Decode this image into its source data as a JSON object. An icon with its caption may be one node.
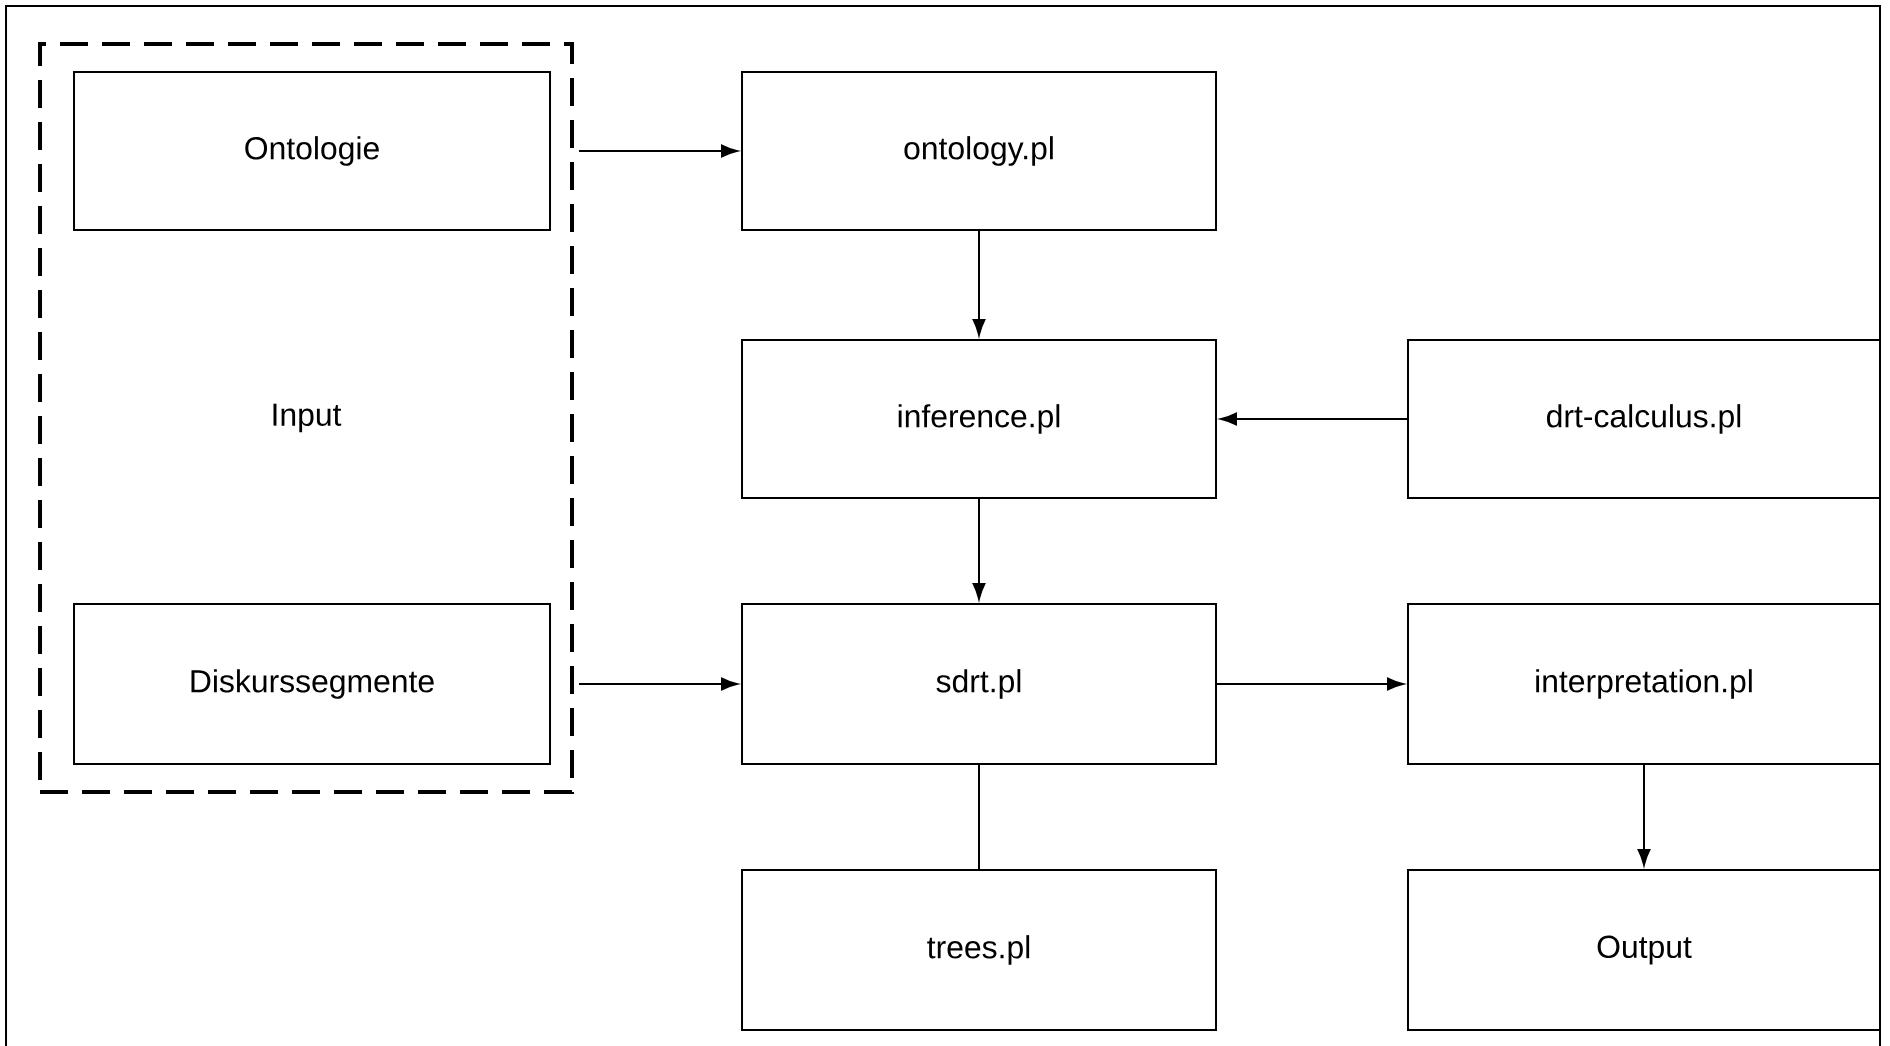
{
  "diagram": {
    "nodes": [
      {
        "text": [
          "Input"
        ]
      },
      {
        "text": [
          "Ontologie"
        ],
        "in": 0
      },
      {
        "text": [
          "Diskurssegmente"
        ],
        "in": 0
      },
      {
        "text": [
          "ontology.pl"
        ]
      },
      {
        "text": [
          "inference.pl"
        ]
      },
      {
        "text": [
          "drt-calculus.pl"
        ]
      },
      {
        "text": [
          "sdrt.pl"
        ]
      },
      {
        "text": [
          "interpretation.pl"
        ]
      },
      {
        "text": [
          "trees.pl"
        ]
      },
      {
        "text": [
          "Output"
        ]
      }
    ],
    "edges": [
      {
        "from": 1,
        "to": 3,
        "arrow": "to"
      },
      {
        "from": 3,
        "to": 4,
        "arrow": "to"
      },
      {
        "from": 5,
        "to": 4,
        "arrow": "to"
      },
      {
        "from": 4,
        "to": 6,
        "arrow": "to"
      },
      {
        "from": 2,
        "to": 6,
        "arrow": "to"
      },
      {
        "from": 6,
        "to": 7,
        "arrow": "to"
      },
      {
        "from": 7,
        "to": 9,
        "arrow": "to"
      },
      {
        "from": 6,
        "to": 8,
        "arrow": "none"
      }
    ]
  }
}
